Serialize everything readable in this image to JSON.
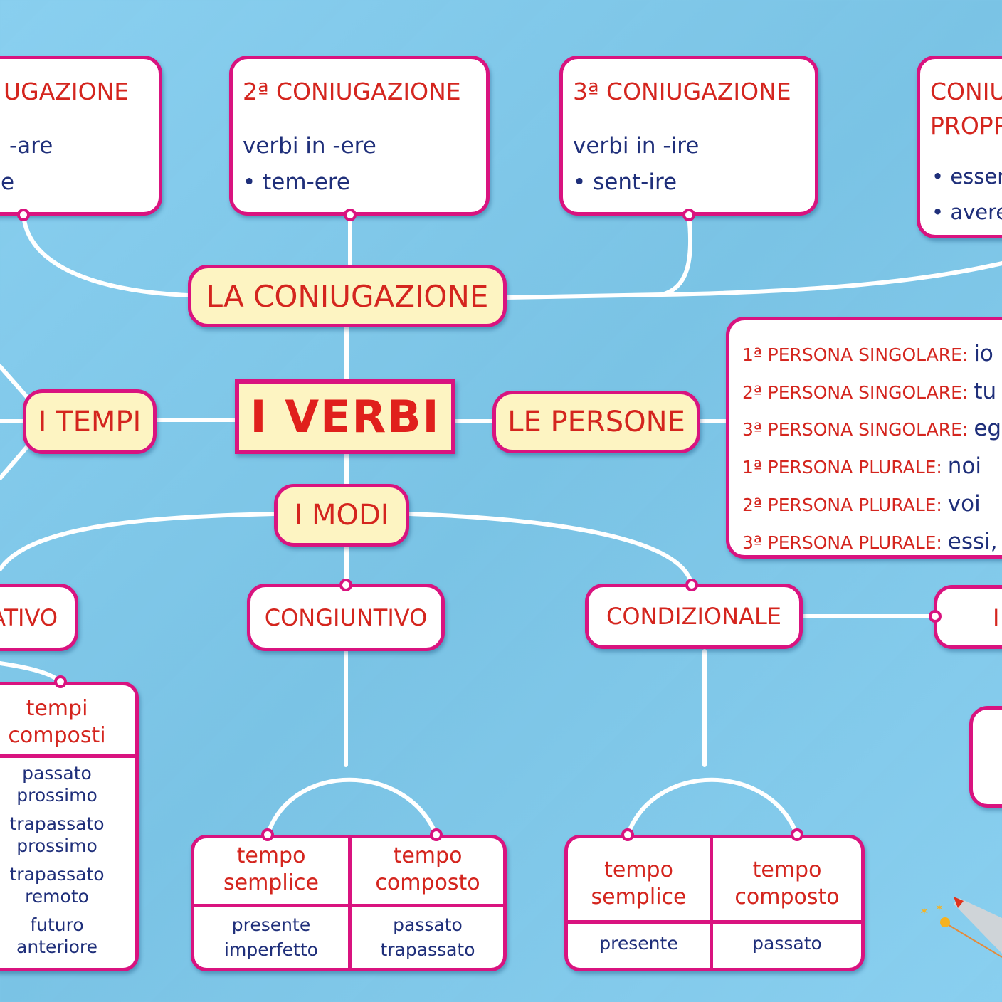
{
  "colors": {
    "background": "#7fcbee",
    "border": "#d9137f",
    "pill_fill": "#fdf4c2",
    "title_red": "#d4251e",
    "text_navy": "#1f2f7a",
    "connector": "#ffffff"
  },
  "center": {
    "title": "I VERBI"
  },
  "coniugazione": {
    "label": "LA CONIUGAZIONE",
    "boxes": [
      {
        "title": "UGAZIONE",
        "line1": "-are",
        "line2": "e"
      },
      {
        "title": "2ª CONIUGAZIONE",
        "line1": "verbi in -ere",
        "line2": "• tem-ere"
      },
      {
        "title": "3ª CONIUGAZIONE",
        "line1": "verbi in -ire",
        "line2": "• sent-ire"
      },
      {
        "title1": "CONIU",
        "title2": "PROPR",
        "line1": "• esser",
        "line2": "• avere"
      }
    ]
  },
  "tempi": {
    "label": "I TEMPI"
  },
  "persone": {
    "label": "LE PERSONE",
    "rows": [
      {
        "label": "1ª  PERSONA SINGOLARE:",
        "value": "io"
      },
      {
        "label": "2ª  PERSONA SINGOLARE:",
        "value": "tu"
      },
      {
        "label": "3ª  PERSONA SINGOLARE:",
        "value": "eg"
      },
      {
        "label": "1ª  PERSONA PLURALE:",
        "value": "noi"
      },
      {
        "label": "2ª  PERSONA PLURALE:",
        "value": "voi"
      },
      {
        "label": "3ª  PERSONA PLURALE:",
        "value": "essi,"
      }
    ]
  },
  "modi": {
    "label": "I MODI",
    "items": [
      "ATIVO",
      "CONGIUNTIVO",
      "CONDIZIONALE",
      "I"
    ]
  },
  "indicativo_composti": {
    "header1": "tempi",
    "header2": "composti",
    "items": [
      [
        "passato",
        "prossimo"
      ],
      [
        "trapassato",
        "prossimo"
      ],
      [
        "trapassato",
        "remoto"
      ],
      [
        "futuro",
        "anteriore"
      ]
    ]
  },
  "congiuntivo_table": {
    "semplice": {
      "h1": "tempo",
      "h2": "semplice",
      "items": [
        "presente",
        "imperfetto"
      ]
    },
    "composto": {
      "h1": "tempo",
      "h2": "composto",
      "items": [
        "passato",
        "trapassato"
      ]
    }
  },
  "condizionale_table": {
    "semplice": {
      "h1": "tempo",
      "h2": "semplice",
      "items": [
        "presente"
      ]
    },
    "composto": {
      "h1": "tempo",
      "h2": "composto",
      "items": [
        "passato"
      ]
    }
  }
}
